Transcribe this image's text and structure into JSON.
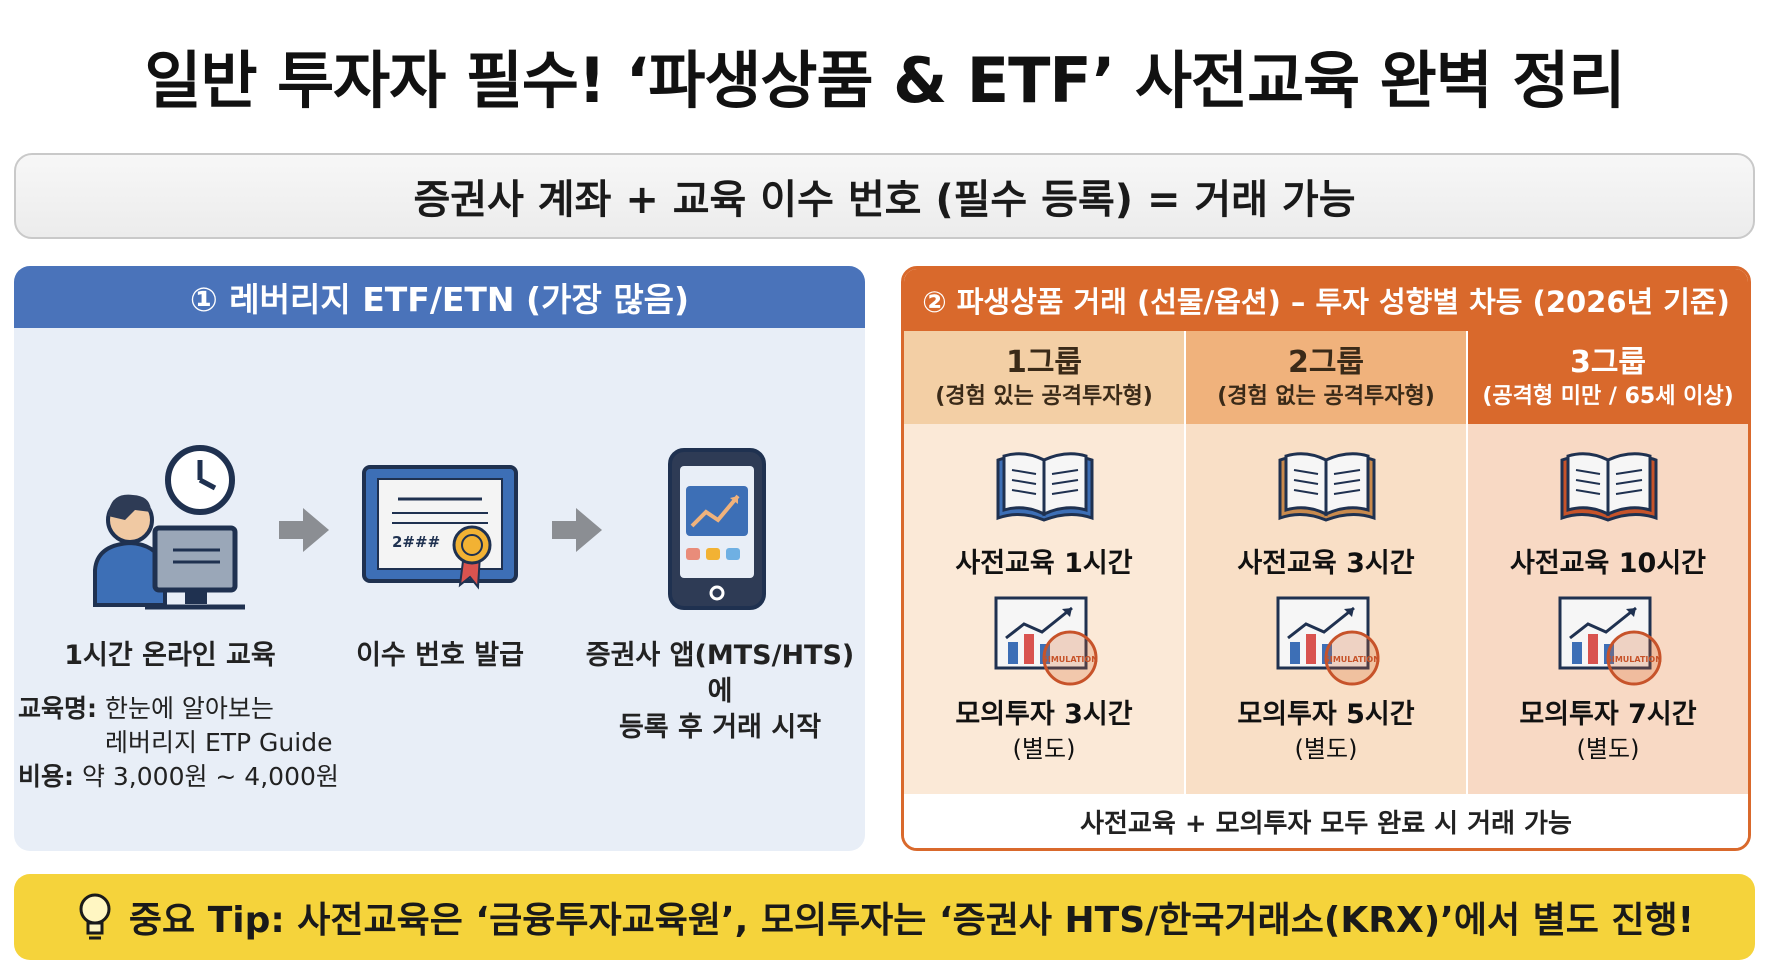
{
  "title": "일반 투자자 필수! ‘파생상품 & ETF’ 사전교육 완벽 정리",
  "formula": "증권사 계좌 + 교육 이수 번호 (필수 등록) = 거래 가능",
  "left_panel": {
    "header": "① 레버리지 ETF/ETN (가장 많음)",
    "steps": [
      {
        "label": "1시간 온라인 교육",
        "icon": "online-study-icon"
      },
      {
        "label": "이수 번호 발급",
        "icon": "certificate-icon",
        "cert_text": "2###"
      },
      {
        "label_line1": "증권사 앱(MTS/HTS)에",
        "label_line2": "등록 후 거래 시작",
        "icon": "smartphone-chart-icon"
      }
    ],
    "info": {
      "course_key": "교육명:",
      "course_line1": "한눈에 알아보는",
      "course_line2": "레버리지 ETP Guide",
      "cost_key": "비용:",
      "cost_value": "약 3,000원 ~ 4,000원"
    }
  },
  "right_panel": {
    "header": "② 파생상품 거래 (선물/옵션) – 투자 성향별 차등 (2026년 기준)",
    "groups": [
      {
        "name": "1그룹",
        "desc": "(경험 있는 공격투자형)",
        "education": "사전교육 1시간",
        "simulation": "모의투자 3시간",
        "note": "(별도)",
        "stamp": "SIMULATION"
      },
      {
        "name": "2그룹",
        "desc": "(경험 없는 공격투자형)",
        "education": "사전교육 3시간",
        "simulation": "모의투자 5시간",
        "note": "(별도)",
        "stamp": "SIMULATION"
      },
      {
        "name": "3그룹",
        "desc": "(공격형 미만 / 65세 이상)",
        "education": "사전교육 10시간",
        "simulation": "모의투자 7시간",
        "note": "(별도)",
        "stamp": "SIMULATION"
      }
    ],
    "footnote": "사전교육 + 모의투자 모두 완료 시 거래 가능"
  },
  "tip": "중요 Tip: 사전교육은 ‘금융투자교육원’, 모의투자는 ‘증권사 HTS/한국거래소(KRX)’에서 별도 진행!",
  "colors": {
    "blue_header": "#4a73ba",
    "left_bg": "#e8eef7",
    "orange": "#d9692c",
    "group1": "#f3cfa5",
    "group2": "#f0b27c",
    "tip_bg": "#f5d33b"
  }
}
